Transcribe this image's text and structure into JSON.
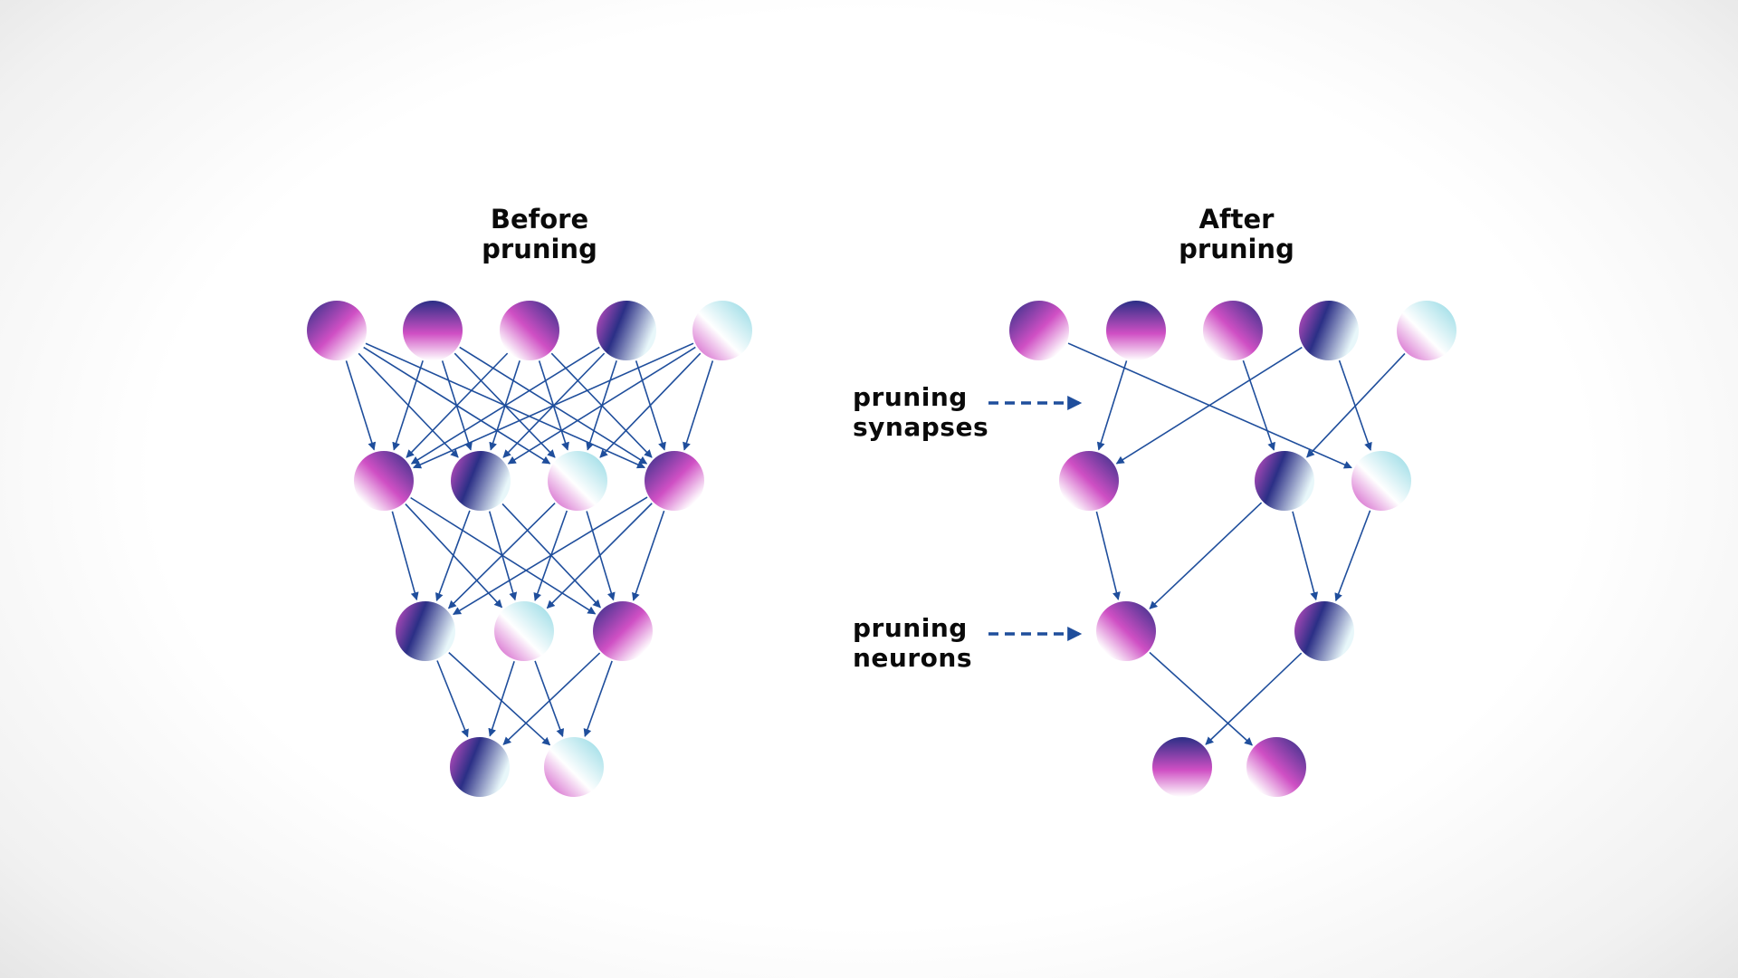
{
  "left_panel": {
    "title_line1": "Before",
    "title_line2": "pruning",
    "layers": [
      5,
      4,
      3,
      2
    ],
    "edges": [
      [
        [
          0,
          0
        ],
        [
          0,
          1
        ],
        [
          0,
          2
        ],
        [
          0,
          3
        ],
        [
          1,
          0
        ],
        [
          1,
          1
        ],
        [
          1,
          2
        ],
        [
          1,
          3
        ],
        [
          2,
          0
        ],
        [
          2,
          1
        ],
        [
          2,
          2
        ],
        [
          2,
          3
        ],
        [
          3,
          0
        ],
        [
          3,
          1
        ],
        [
          3,
          2
        ],
        [
          3,
          3
        ],
        [
          4,
          0
        ],
        [
          4,
          1
        ],
        [
          4,
          2
        ],
        [
          4,
          3
        ]
      ],
      [
        [
          0,
          0
        ],
        [
          0,
          1
        ],
        [
          0,
          2
        ],
        [
          1,
          0
        ],
        [
          1,
          1
        ],
        [
          1,
          2
        ],
        [
          2,
          0
        ],
        [
          2,
          1
        ],
        [
          2,
          2
        ],
        [
          3,
          0
        ],
        [
          3,
          1
        ],
        [
          3,
          2
        ]
      ],
      [
        [
          0,
          0
        ],
        [
          0,
          1
        ],
        [
          1,
          0
        ],
        [
          1,
          1
        ],
        [
          2,
          0
        ],
        [
          2,
          1
        ]
      ]
    ]
  },
  "right_panel": {
    "title_line1": "After",
    "title_line2": "pruning",
    "layers": [
      5,
      3,
      2,
      2
    ],
    "edges": [
      [
        [
          0,
          2
        ],
        [
          1,
          0
        ],
        [
          2,
          1
        ],
        [
          3,
          0
        ],
        [
          3,
          2
        ],
        [
          4,
          1
        ]
      ],
      [
        [
          0,
          0
        ],
        [
          1,
          0
        ],
        [
          1,
          1
        ],
        [
          2,
          1
        ]
      ],
      [
        [
          0,
          1
        ],
        [
          1,
          0
        ]
      ]
    ]
  },
  "annotations": {
    "synapses_line1": "pruning",
    "synapses_line2": "synapses",
    "neurons_line1": "pruning",
    "neurons_line2": "neurons"
  },
  "colors": {
    "edge": "#1f4e9c",
    "node_dark": "#2b2f86",
    "node_mid": "#cf4fc4",
    "node_light": "#ffffff",
    "text": "#0a0a0a"
  }
}
